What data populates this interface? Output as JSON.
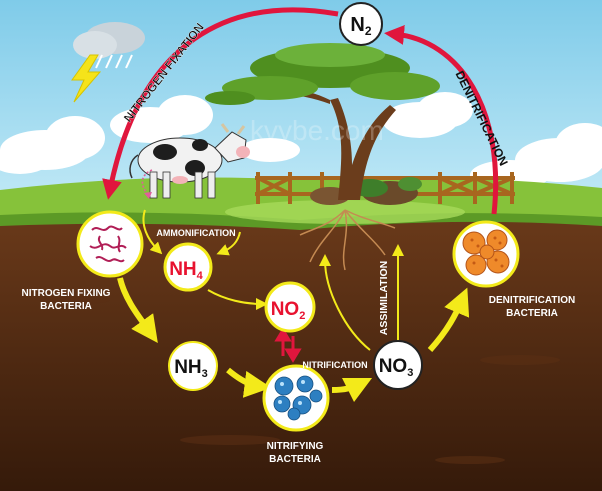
{
  "nodes": {
    "n2": {
      "base": "N",
      "sub": "2"
    },
    "nh4": {
      "base": "NH",
      "sub": "4"
    },
    "no2": {
      "base": "NO",
      "sub": "2"
    },
    "nh3": {
      "base": "NH",
      "sub": "3"
    },
    "no3": {
      "base": "NO",
      "sub": "3"
    }
  },
  "labels": {
    "nitrogen_fixation": "NITROGEN FIXATION",
    "denitrification": "DENITRIFICATION",
    "ammonification": "AMMONIFICATION",
    "nitrification": "NITRIFICATION",
    "assimilation": "ASSIMILATION",
    "nitrogen_fixing_bacteria_l1": "NITROGEN FIXING",
    "nitrogen_fixing_bacteria_l2": "BACTERIA",
    "nitrifying_bacteria_l1": "NITRIFYING",
    "nitrifying_bacteria_l2": "BACTERIA",
    "denitrification_bacteria_l1": "DENITRIFICATION",
    "denitrification_bacteria_l2": "BACTERIA"
  },
  "colors": {
    "sky": "#8fd3ee",
    "soil_top": "#6b3a1a",
    "soil_bottom": "#3b1e0c",
    "grass": "#86c23a",
    "cycle_arrow": "#e0163d",
    "flow_arrow": "#f3ea1a",
    "node_nh4_text": "#e8122f",
    "node_no2_text": "#e8122f"
  }
}
